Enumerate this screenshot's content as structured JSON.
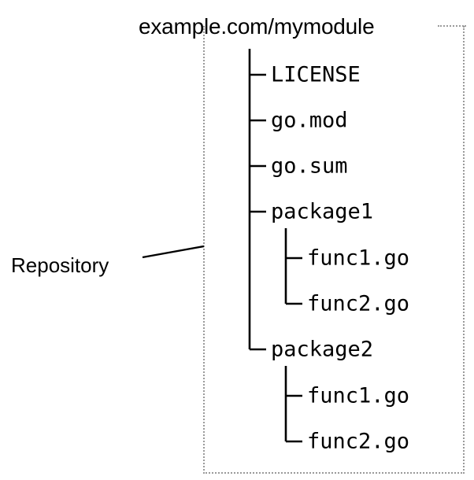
{
  "diagram": {
    "title": "example.com/mymodule",
    "annotation_label": "Repository",
    "boundary_style": "dotted",
    "boundary_color": "#9a9a9a",
    "text_color": "#000000",
    "background_color": "#ffffff",
    "tree": {
      "root": "example.com/mymodule",
      "children": [
        {
          "name": "LICENSE",
          "type": "file",
          "level": 1,
          "last": false
        },
        {
          "name": "go.mod",
          "type": "file",
          "level": 1,
          "last": false
        },
        {
          "name": "go.sum",
          "type": "file",
          "level": 1,
          "last": false
        },
        {
          "name": "package1",
          "type": "directory",
          "level": 1,
          "last": false
        },
        {
          "name": "func1.go",
          "type": "file",
          "level": 2,
          "last": false
        },
        {
          "name": "func2.go",
          "type": "file",
          "level": 2,
          "last": true
        },
        {
          "name": "package2",
          "type": "directory",
          "level": 1,
          "last": true
        },
        {
          "name": "func1.go",
          "type": "file",
          "level": 2,
          "last": false
        },
        {
          "name": "func2.go",
          "type": "file",
          "level": 2,
          "last": true
        }
      ]
    }
  }
}
